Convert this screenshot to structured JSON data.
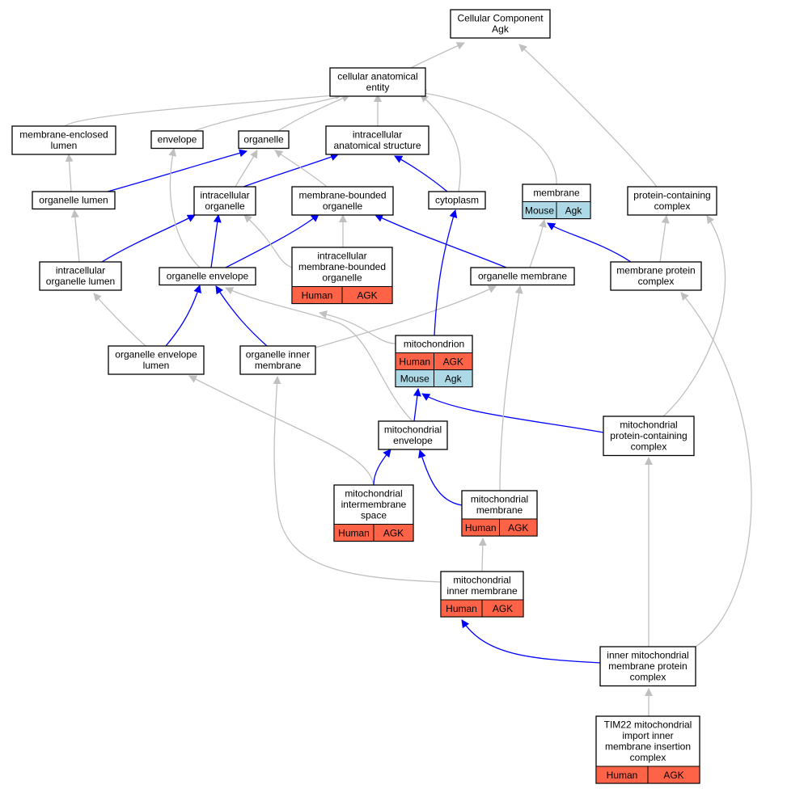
{
  "colors": {
    "human_tag": "#ff6347",
    "mouse_tag": "#add8e6",
    "edge_is_a": "#c0c0c0",
    "edge_part_of": "#0000ff"
  },
  "nodes": [
    {
      "id": "cc",
      "lines": [
        "Cellular Component",
        "Agk"
      ],
      "tags": []
    },
    {
      "id": "cae",
      "lines": [
        "cellular anatomical",
        "entity"
      ],
      "tags": []
    },
    {
      "id": "mel",
      "lines": [
        "membrane-enclosed",
        "lumen"
      ],
      "tags": []
    },
    {
      "id": "env",
      "lines": [
        "envelope"
      ],
      "tags": []
    },
    {
      "id": "org",
      "lines": [
        "organelle"
      ],
      "tags": []
    },
    {
      "id": "ias",
      "lines": [
        "intracellular",
        "anatomical structure"
      ],
      "tags": []
    },
    {
      "id": "orgl",
      "lines": [
        "organelle lumen"
      ],
      "tags": []
    },
    {
      "id": "io",
      "lines": [
        "intracellular",
        "organelle"
      ],
      "tags": []
    },
    {
      "id": "mbo",
      "lines": [
        "membrane-bounded",
        "organelle"
      ],
      "tags": []
    },
    {
      "id": "cyt",
      "lines": [
        "cytoplasm"
      ],
      "tags": []
    },
    {
      "id": "mem",
      "lines": [
        "membrane"
      ],
      "tags": [
        [
          "Mouse",
          "Agk"
        ]
      ]
    },
    {
      "id": "pcc",
      "lines": [
        "protein-containing",
        "complex"
      ],
      "tags": []
    },
    {
      "id": "iol",
      "lines": [
        "intracellular",
        "organelle lumen"
      ],
      "tags": []
    },
    {
      "id": "oe",
      "lines": [
        "organelle envelope"
      ],
      "tags": []
    },
    {
      "id": "imbo",
      "lines": [
        "intracellular",
        "membrane-bounded",
        "organelle"
      ],
      "tags": [
        [
          "Human",
          "AGK"
        ]
      ]
    },
    {
      "id": "om",
      "lines": [
        "organelle membrane"
      ],
      "tags": []
    },
    {
      "id": "mpc",
      "lines": [
        "membrane protein",
        "complex"
      ],
      "tags": []
    },
    {
      "id": "oel",
      "lines": [
        "organelle envelope",
        "lumen"
      ],
      "tags": []
    },
    {
      "id": "oim",
      "lines": [
        "organelle inner",
        "membrane"
      ],
      "tags": []
    },
    {
      "id": "mito",
      "lines": [
        "mitochondrion"
      ],
      "tags": [
        [
          "Human",
          "AGK"
        ],
        [
          "Mouse",
          "Agk"
        ]
      ]
    },
    {
      "id": "menv",
      "lines": [
        "mitochondrial",
        "envelope"
      ],
      "tags": []
    },
    {
      "id": "mpcc",
      "lines": [
        "mitochondrial",
        "protein-containing",
        "complex"
      ],
      "tags": []
    },
    {
      "id": "mims",
      "lines": [
        "mitochondrial",
        "intermembrane",
        "space"
      ],
      "tags": [
        [
          "Human",
          "AGK"
        ]
      ]
    },
    {
      "id": "mm",
      "lines": [
        "mitochondrial",
        "membrane"
      ],
      "tags": [
        [
          "Human",
          "AGK"
        ]
      ]
    },
    {
      "id": "mim",
      "lines": [
        "mitochondrial",
        "inner membrane"
      ],
      "tags": [
        [
          "Human",
          "AGK"
        ]
      ]
    },
    {
      "id": "impc",
      "lines": [
        "inner mitochondrial",
        "membrane protein",
        "complex"
      ],
      "tags": []
    },
    {
      "id": "tim22",
      "lines": [
        "TIM22 mitochondrial",
        "import inner",
        "membrane insertion",
        "complex"
      ],
      "tags": [
        [
          "Human",
          "AGK"
        ]
      ]
    }
  ],
  "edges": [
    {
      "from": "cae",
      "to": "cc",
      "type": "is_a"
    },
    {
      "from": "pcc",
      "to": "cc",
      "type": "is_a"
    },
    {
      "from": "mel",
      "to": "cae",
      "type": "is_a"
    },
    {
      "from": "env",
      "to": "cae",
      "type": "is_a"
    },
    {
      "from": "org",
      "to": "cae",
      "type": "is_a"
    },
    {
      "from": "ias",
      "to": "cae",
      "type": "is_a"
    },
    {
      "from": "cyt",
      "to": "cae",
      "type": "is_a"
    },
    {
      "from": "mem",
      "to": "cae",
      "type": "is_a"
    },
    {
      "from": "orgl",
      "to": "mel",
      "type": "is_a"
    },
    {
      "from": "orgl",
      "to": "org",
      "type": "part_of"
    },
    {
      "from": "io",
      "to": "org",
      "type": "is_a"
    },
    {
      "from": "io",
      "to": "ias",
      "type": "part_of"
    },
    {
      "from": "mbo",
      "to": "org",
      "type": "is_a"
    },
    {
      "from": "cyt",
      "to": "ias",
      "type": "part_of"
    },
    {
      "from": "iol",
      "to": "orgl",
      "type": "is_a"
    },
    {
      "from": "iol",
      "to": "io",
      "type": "part_of"
    },
    {
      "from": "oe",
      "to": "env",
      "type": "is_a"
    },
    {
      "from": "oe",
      "to": "io",
      "type": "part_of"
    },
    {
      "from": "oe",
      "to": "mbo",
      "type": "part_of"
    },
    {
      "from": "imbo",
      "to": "io",
      "type": "is_a"
    },
    {
      "from": "imbo",
      "to": "mbo",
      "type": "is_a"
    },
    {
      "from": "om",
      "to": "mbo",
      "type": "part_of"
    },
    {
      "from": "om",
      "to": "mem",
      "type": "is_a"
    },
    {
      "from": "mpc",
      "to": "mem",
      "type": "part_of"
    },
    {
      "from": "mpc",
      "to": "pcc",
      "type": "is_a"
    },
    {
      "from": "oel",
      "to": "iol",
      "type": "is_a"
    },
    {
      "from": "oel",
      "to": "oe",
      "type": "part_of"
    },
    {
      "from": "oim",
      "to": "oe",
      "type": "part_of"
    },
    {
      "from": "oim",
      "to": "om",
      "type": "is_a"
    },
    {
      "from": "mito",
      "to": "imbo",
      "type": "is_a"
    },
    {
      "from": "mito",
      "to": "cyt",
      "type": "part_of"
    },
    {
      "from": "menv",
      "to": "oe",
      "type": "is_a"
    },
    {
      "from": "menv",
      "to": "mito",
      "type": "part_of"
    },
    {
      "from": "mpcc",
      "to": "mito",
      "type": "part_of"
    },
    {
      "from": "mpcc",
      "to": "pcc",
      "type": "is_a"
    },
    {
      "from": "mims",
      "to": "oel",
      "type": "is_a"
    },
    {
      "from": "mims",
      "to": "menv",
      "type": "part_of"
    },
    {
      "from": "mm",
      "to": "menv",
      "type": "part_of"
    },
    {
      "from": "mm",
      "to": "om",
      "type": "is_a"
    },
    {
      "from": "mim",
      "to": "mm",
      "type": "is_a"
    },
    {
      "from": "mim",
      "to": "oim",
      "type": "is_a"
    },
    {
      "from": "impc",
      "to": "mim",
      "type": "part_of"
    },
    {
      "from": "impc",
      "to": "mpcc",
      "type": "is_a"
    },
    {
      "from": "impc",
      "to": "mpc",
      "type": "is_a"
    },
    {
      "from": "tim22",
      "to": "impc",
      "type": "is_a"
    }
  ]
}
